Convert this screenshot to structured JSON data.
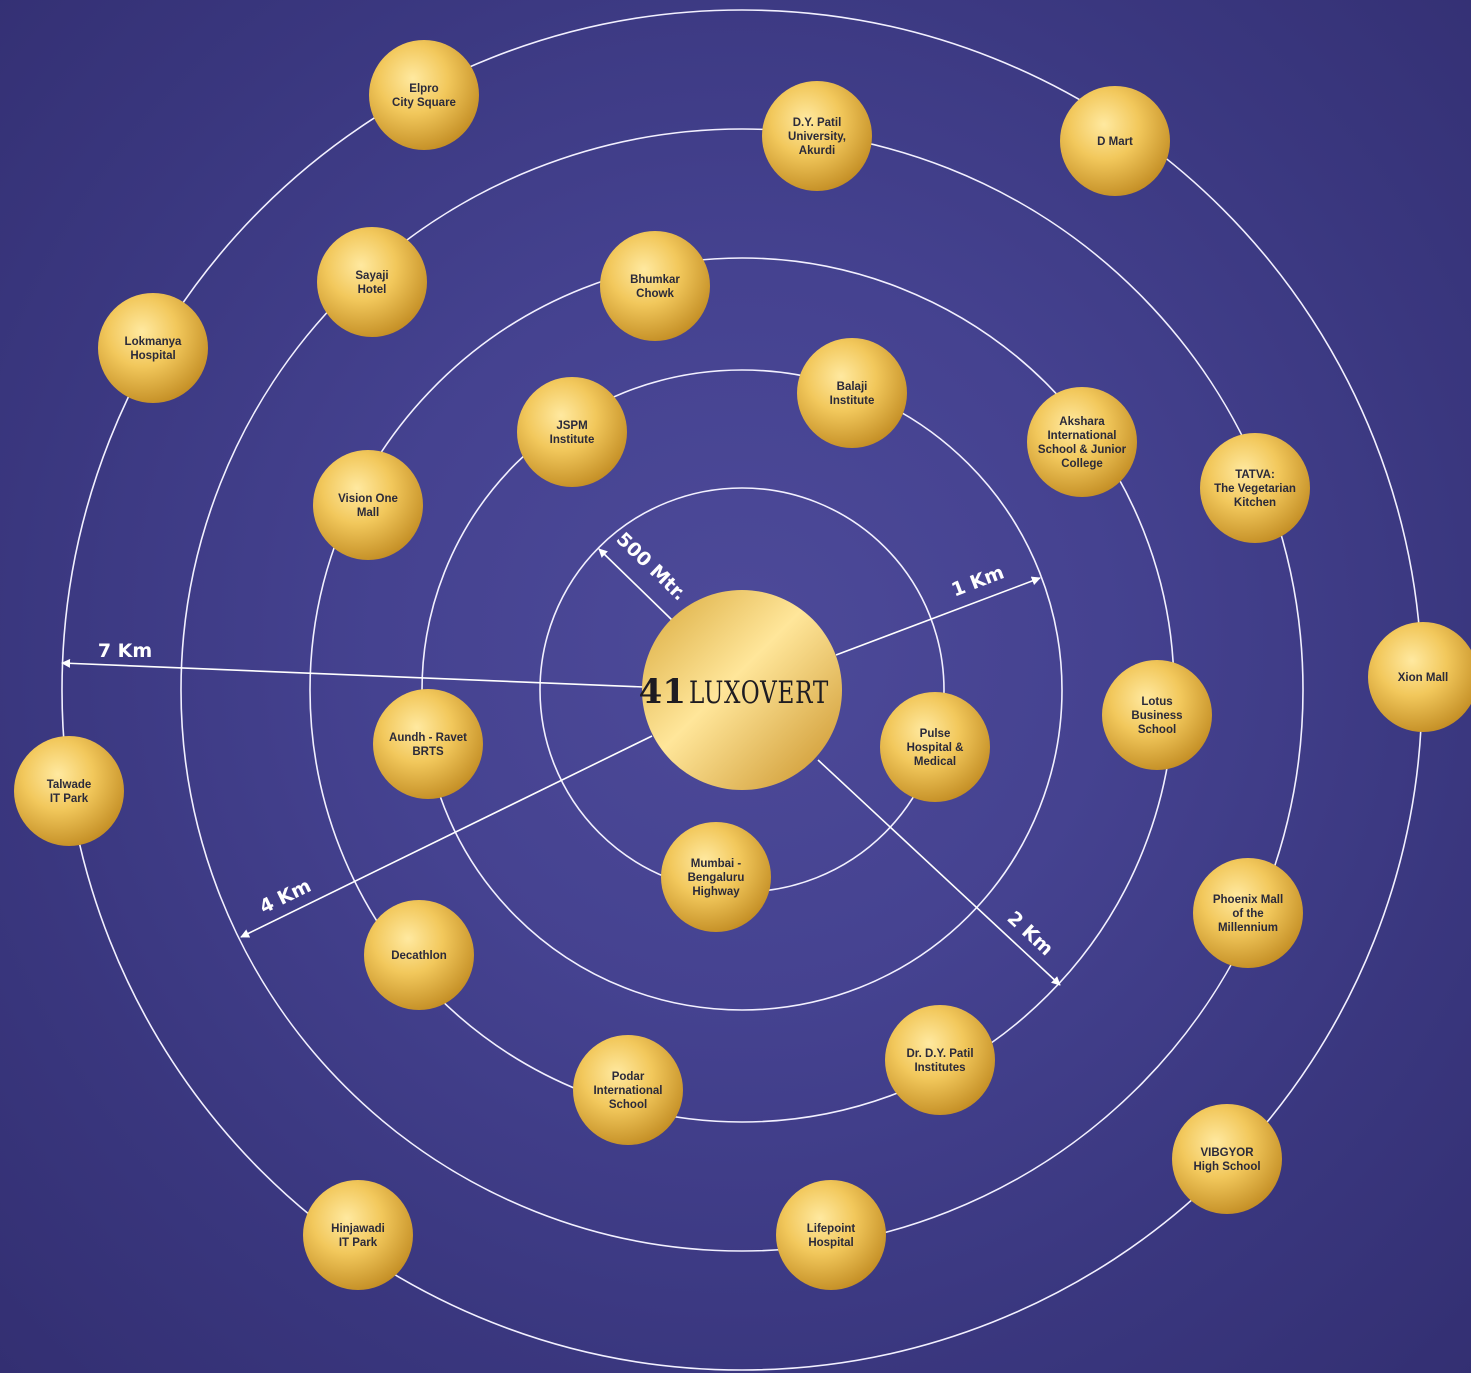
{
  "center": {
    "logo_number": "41",
    "logo_word": "LUXOVERT"
  },
  "distances": [
    "500 Mtr.",
    "1 Km",
    "2 Km",
    "4 Km",
    "7 Km"
  ],
  "places": [
    {
      "label": [
        "Elpro",
        "City Square"
      ]
    },
    {
      "label": [
        "D.Y. Patil",
        "University,",
        "Akurdi"
      ]
    },
    {
      "label": [
        "D Mart"
      ]
    },
    {
      "label": [
        "Sayaji",
        "Hotel"
      ]
    },
    {
      "label": [
        "Lokmanya",
        "Hospital"
      ]
    },
    {
      "label": [
        "Bhumkar",
        "Chowk"
      ]
    },
    {
      "label": [
        "Balaji",
        "Institute"
      ]
    },
    {
      "label": [
        "JSPM",
        "Institute"
      ]
    },
    {
      "label": [
        "Akshara",
        "International",
        "School & Junior",
        "College"
      ]
    },
    {
      "label": [
        "TATVA:",
        "The Vegetarian",
        "Kitchen"
      ]
    },
    {
      "label": [
        "Vision One",
        "Mall"
      ]
    },
    {
      "label": [
        "Xion Mall"
      ]
    },
    {
      "label": [
        "Lotus",
        "Business",
        "School"
      ]
    },
    {
      "label": [
        "Aundh - Ravet",
        "BRTS"
      ]
    },
    {
      "label": [
        "Pulse",
        "Hospital &",
        "Medical"
      ]
    },
    {
      "label": [
        "Talwade",
        "IT Park"
      ]
    },
    {
      "label": [
        "Mumbai -",
        "Bengaluru",
        "Highway"
      ]
    },
    {
      "label": [
        "Phoenix Mall",
        "of the",
        "Millennium"
      ]
    },
    {
      "label": [
        "Decathlon"
      ]
    },
    {
      "label": [
        "Dr. D.Y. Patil",
        "Institutes"
      ]
    },
    {
      "label": [
        "Podar",
        "International",
        "School"
      ]
    },
    {
      "label": [
        "VIBGYOR",
        "High School"
      ]
    },
    {
      "label": [
        "Hinjawadi",
        "IT Park"
      ]
    },
    {
      "label": [
        "Lifepoint",
        "Hospital"
      ]
    }
  ],
  "colors": {
    "background": "#3d3a85",
    "ring": "#ffffff",
    "gold_light": "#ffe9a0",
    "gold_mid": "#f0c455",
    "gold_dark": "#c9962a",
    "label_text": "#2b2a3a"
  }
}
